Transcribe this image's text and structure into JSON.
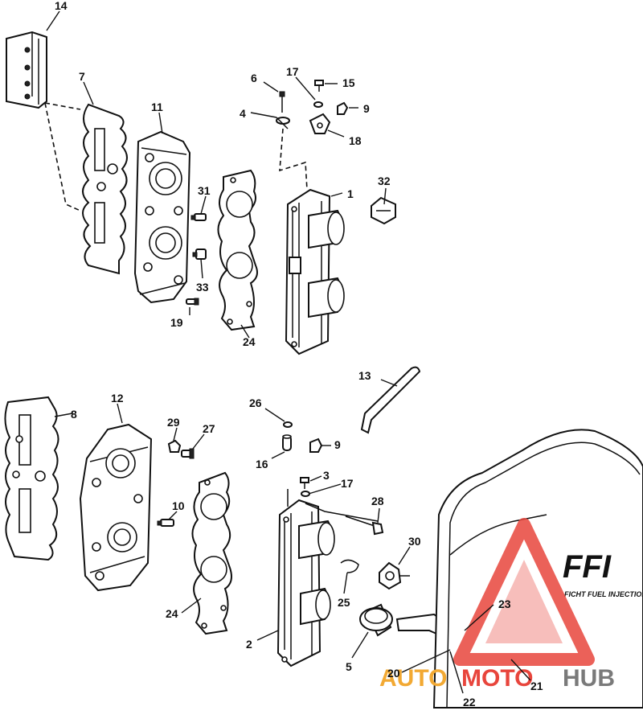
{
  "callouts": [
    {
      "id": "14",
      "label": "14"
    },
    {
      "id": "7",
      "label": "7"
    },
    {
      "id": "11",
      "label": "11"
    },
    {
      "id": "6",
      "label": "6"
    },
    {
      "id": "17a",
      "label": "17"
    },
    {
      "id": "15",
      "label": "15"
    },
    {
      "id": "4",
      "label": "4"
    },
    {
      "id": "9a",
      "label": "9"
    },
    {
      "id": "18",
      "label": "18"
    },
    {
      "id": "1",
      "label": "1"
    },
    {
      "id": "32",
      "label": "32"
    },
    {
      "id": "31",
      "label": "31"
    },
    {
      "id": "33",
      "label": "33"
    },
    {
      "id": "19",
      "label": "19"
    },
    {
      "id": "24a",
      "label": "24"
    },
    {
      "id": "13",
      "label": "13"
    },
    {
      "id": "12",
      "label": "12"
    },
    {
      "id": "8",
      "label": "8"
    },
    {
      "id": "26",
      "label": "26"
    },
    {
      "id": "29",
      "label": "29"
    },
    {
      "id": "27",
      "label": "27"
    },
    {
      "id": "16",
      "label": "16"
    },
    {
      "id": "9b",
      "label": "9"
    },
    {
      "id": "3",
      "label": "3"
    },
    {
      "id": "17b",
      "label": "17"
    },
    {
      "id": "28",
      "label": "28"
    },
    {
      "id": "10",
      "label": "10"
    },
    {
      "id": "30",
      "label": "30"
    },
    {
      "id": "25",
      "label": "25"
    },
    {
      "id": "24b",
      "label": "24"
    },
    {
      "id": "23",
      "label": "23"
    },
    {
      "id": "2",
      "label": "2"
    },
    {
      "id": "5",
      "label": "5"
    },
    {
      "id": "20",
      "label": "20"
    },
    {
      "id": "21",
      "label": "21"
    },
    {
      "id": "22",
      "label": "22"
    }
  ],
  "cover_brand": {
    "main": "FFI",
    "sub": "FICHT FUEL INJECTION"
  },
  "watermark": {
    "auto": "AUTO",
    "moto": "MOTO",
    "hub": "HUB"
  },
  "colors": {
    "watermark_red": "#e8453c",
    "watermark_orange": "#f2a933",
    "watermark_gray": "#7a7a7a"
  }
}
